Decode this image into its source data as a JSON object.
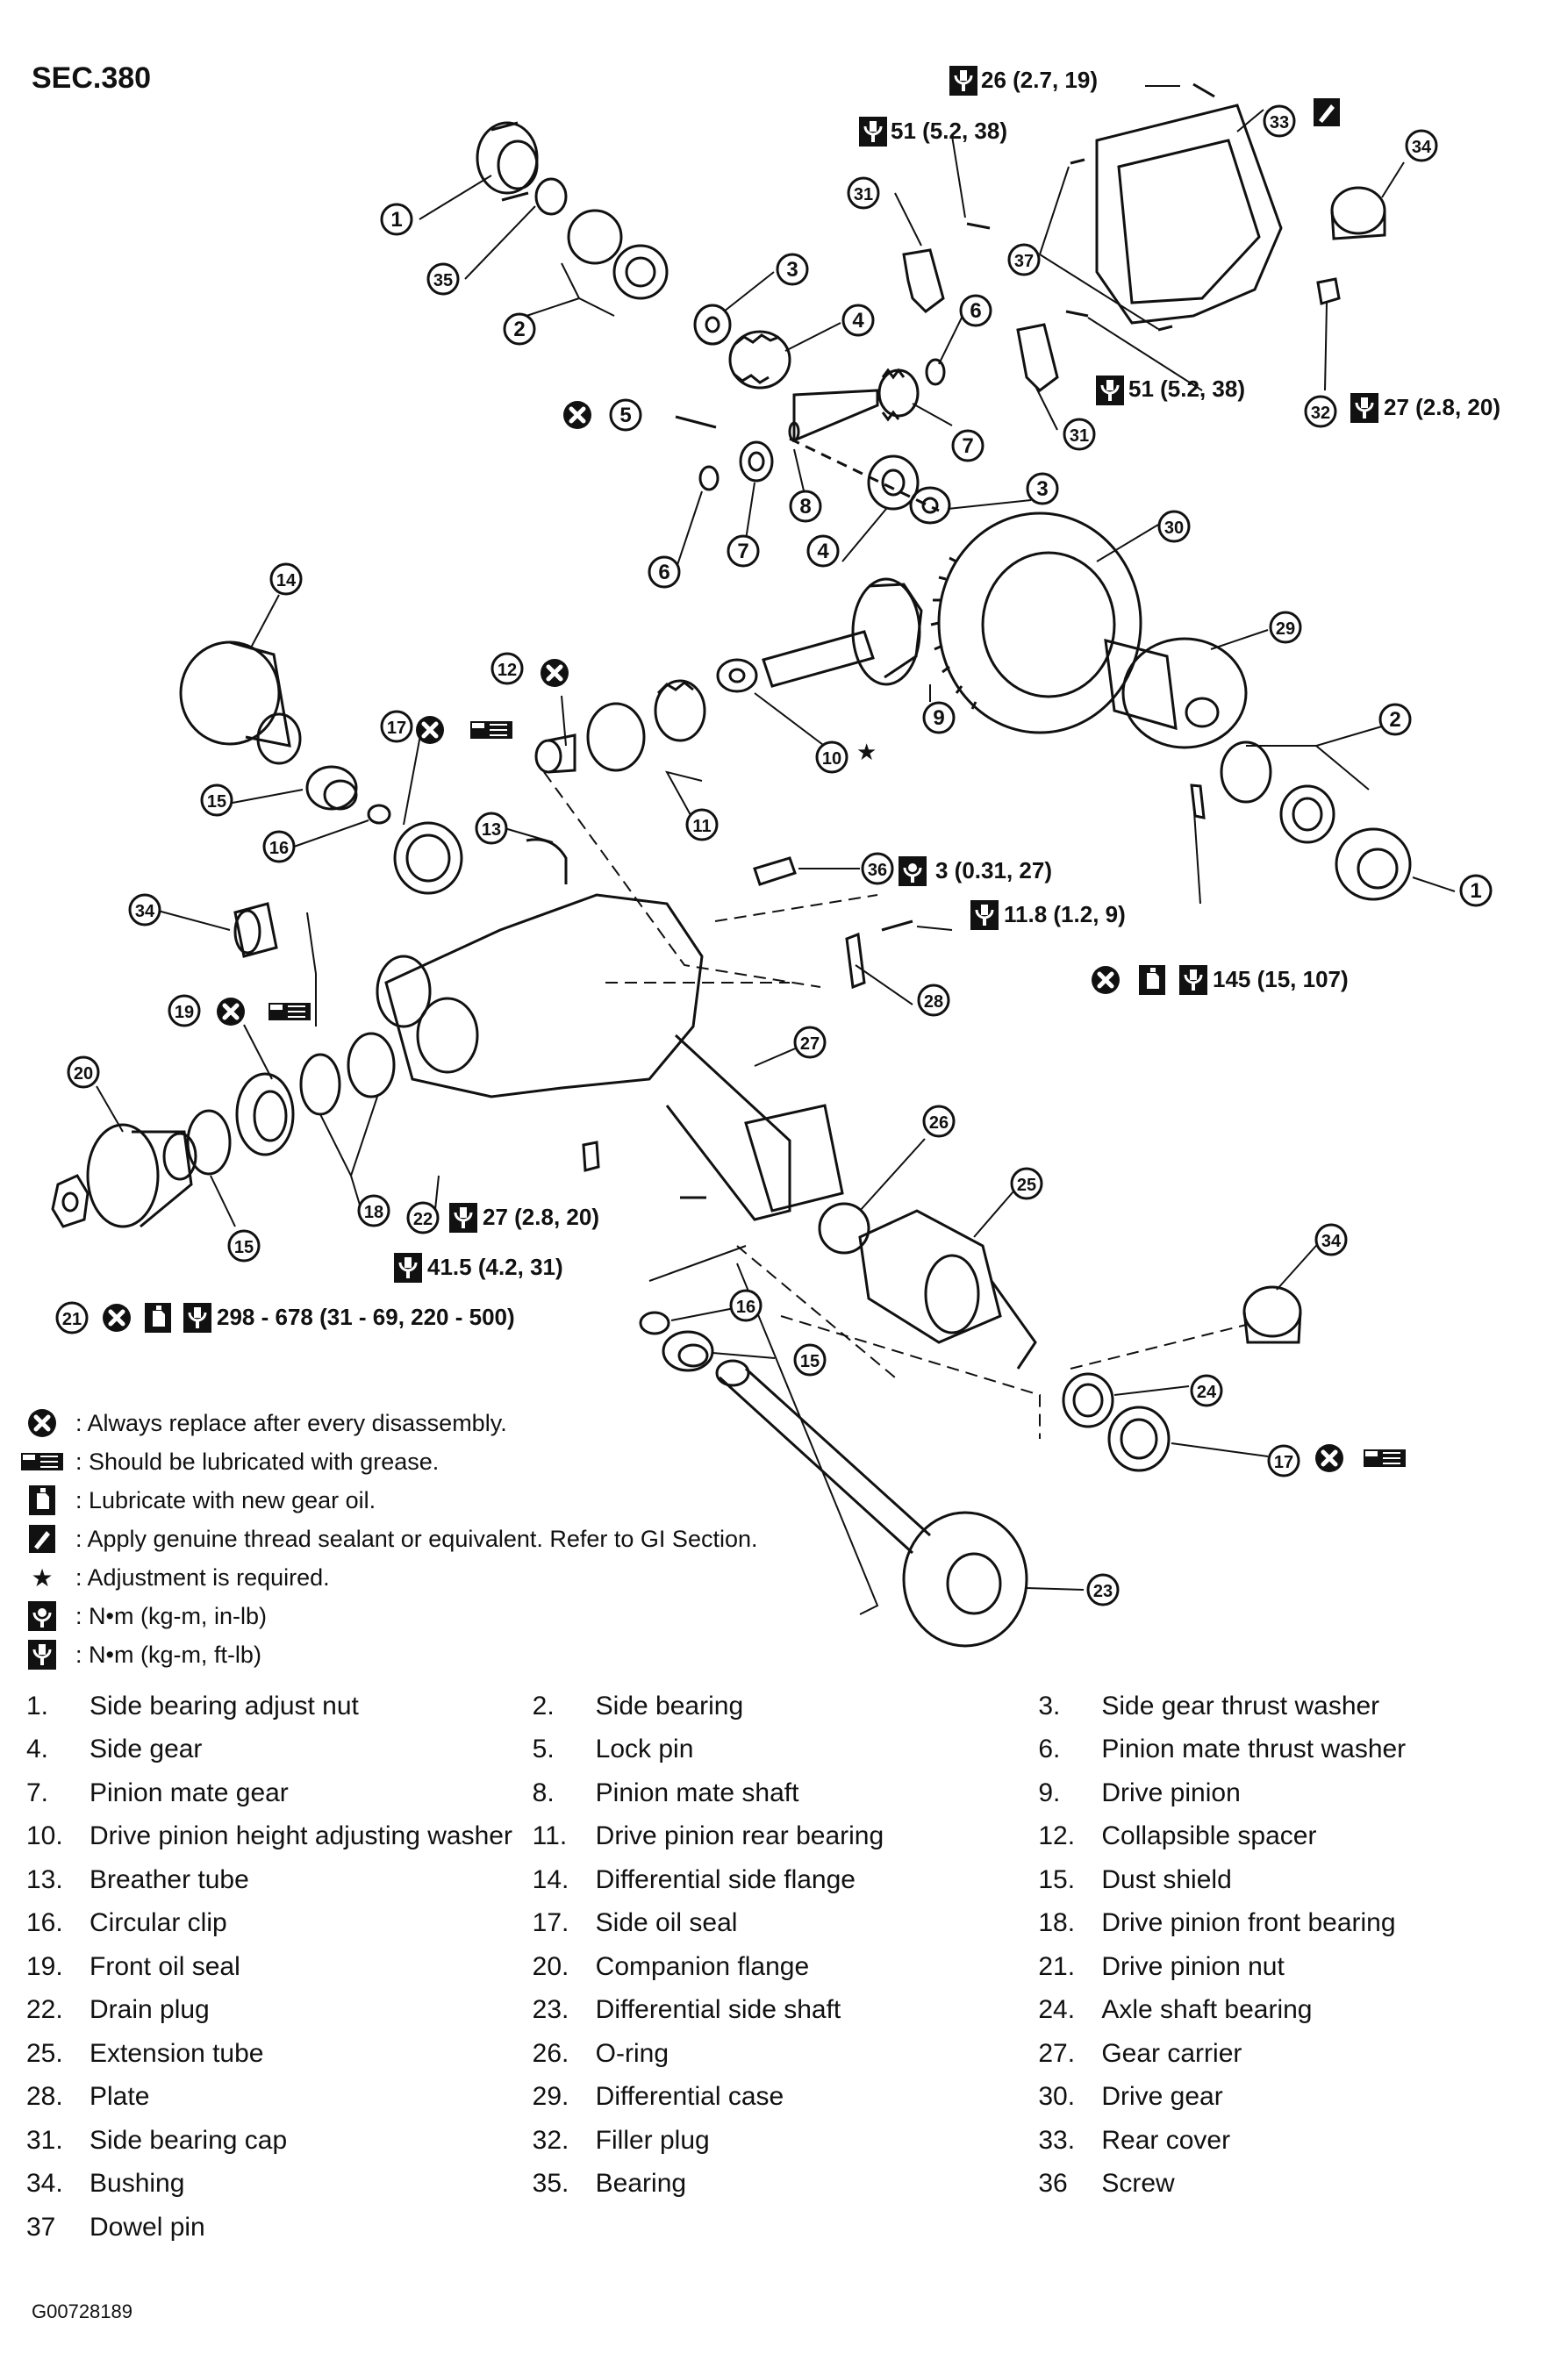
{
  "section_code": "SEC.380",
  "figure_code": "G00728189",
  "callouts": [
    {
      "num": "1"
    },
    {
      "num": "35"
    },
    {
      "num": "2"
    },
    {
      "num": "3"
    },
    {
      "num": "4"
    },
    {
      "num": "5"
    },
    {
      "num": "6"
    },
    {
      "num": "7"
    },
    {
      "num": "8"
    },
    {
      "num": "6"
    },
    {
      "num": "7"
    },
    {
      "num": "4"
    },
    {
      "num": "3"
    },
    {
      "num": "30"
    },
    {
      "num": "29"
    },
    {
      "num": "9"
    },
    {
      "num": "10"
    },
    {
      "num": "2"
    },
    {
      "num": "1"
    },
    {
      "num": "14"
    },
    {
      "num": "15"
    },
    {
      "num": "16"
    },
    {
      "num": "12"
    },
    {
      "num": "11"
    },
    {
      "num": "17"
    },
    {
      "num": "13"
    },
    {
      "num": "36"
    },
    {
      "num": "34"
    },
    {
      "num": "28"
    },
    {
      "num": "19"
    },
    {
      "num": "27"
    },
    {
      "num": "20"
    },
    {
      "num": "15"
    },
    {
      "num": "18"
    },
    {
      "num": "26"
    },
    {
      "num": "25"
    },
    {
      "num": "22"
    },
    {
      "num": "21"
    },
    {
      "num": "16"
    },
    {
      "num": "15"
    },
    {
      "num": "34"
    },
    {
      "num": "24"
    },
    {
      "num": "17"
    },
    {
      "num": "23"
    },
    {
      "num": "31"
    },
    {
      "num": "31"
    },
    {
      "num": "33"
    },
    {
      "num": "34"
    },
    {
      "num": "37"
    },
    {
      "num": "32"
    }
  ],
  "torque_labels": [
    {
      "text": "26 (2.7, 19)"
    },
    {
      "text": "51 (5.2, 38)"
    },
    {
      "text": "51 (5.2, 38)"
    },
    {
      "text": "27 (2.8, 20)"
    },
    {
      "text": "3 (0.31, 27)"
    },
    {
      "text": "11.8 (1.2, 9)"
    },
    {
      "text": "145 (15, 107)"
    },
    {
      "text": "27 (2.8, 20)"
    },
    {
      "text": "41.5 (4.2, 31)"
    },
    {
      "text": "298 - 678 (31 - 69, 220 - 500)"
    }
  ],
  "adjustment_star": "★",
  "legend": [
    {
      "icon": "replace-icon",
      "text": ": Always replace after every disassembly."
    },
    {
      "icon": "grease-icon",
      "text": ": Should be lubricated with grease."
    },
    {
      "icon": "gear-oil-icon",
      "text": ": Lubricate with new gear  oil."
    },
    {
      "icon": "sealant-icon",
      "text": ": Apply genuine thread sealant or equivalent. Refer to GI Section."
    },
    {
      "icon": "star-icon",
      "symbol": "★",
      "text": ": Adjustment is required."
    },
    {
      "icon": "torque-inlb-icon",
      "text": ": N•m (kg-m, in-lb)"
    },
    {
      "icon": "torque-ftlb-icon",
      "text": ": N•m (kg-m, ft-lb)"
    }
  ],
  "parts": [
    [
      {
        "num": "1.",
        "name": "Side bearing adjust nut"
      },
      {
        "num": "2.",
        "name": "Side bearing"
      },
      {
        "num": "3.",
        "name": "Side gear thrust washer"
      }
    ],
    [
      {
        "num": "4.",
        "name": "Side gear"
      },
      {
        "num": "5.",
        "name": "Lock pin"
      },
      {
        "num": "6.",
        "name": "Pinion mate thrust washer"
      }
    ],
    [
      {
        "num": "7.",
        "name": "Pinion mate gear"
      },
      {
        "num": "8.",
        "name": "Pinion mate shaft"
      },
      {
        "num": "9.",
        "name": "Drive pinion"
      }
    ],
    [
      {
        "num": "10.",
        "name": "Drive pinion height adjusting washer"
      },
      {
        "num": "11.",
        "name": "Drive pinion rear bearing"
      },
      {
        "num": "12.",
        "name": "Collapsible spacer"
      }
    ],
    [
      {
        "num": "13.",
        "name": "Breather tube"
      },
      {
        "num": "14.",
        "name": "Differential side flange"
      },
      {
        "num": "15.",
        "name": "Dust shield"
      }
    ],
    [
      {
        "num": "16.",
        "name": "Circular clip"
      },
      {
        "num": "17.",
        "name": "Side oil seal"
      },
      {
        "num": "18.",
        "name": "Drive pinion front bearing"
      }
    ],
    [
      {
        "num": "19.",
        "name": "Front oil seal"
      },
      {
        "num": "20.",
        "name": "Companion flange"
      },
      {
        "num": "21.",
        "name": "Drive pinion nut"
      }
    ],
    [
      {
        "num": "22.",
        "name": "Drain plug"
      },
      {
        "num": "23.",
        "name": "Differential side shaft"
      },
      {
        "num": "24.",
        "name": "Axle shaft bearing"
      }
    ],
    [
      {
        "num": "25.",
        "name": "Extension tube"
      },
      {
        "num": "26.",
        "name": "O-ring"
      },
      {
        "num": "27.",
        "name": "Gear carrier"
      }
    ],
    [
      {
        "num": "28.",
        "name": "Plate"
      },
      {
        "num": "29.",
        "name": "Differential case"
      },
      {
        "num": "30.",
        "name": "Drive gear"
      }
    ],
    [
      {
        "num": "31.",
        "name": "Side bearing cap"
      },
      {
        "num": "32.",
        "name": "Filler plug"
      },
      {
        "num": "33.",
        "name": "Rear cover"
      }
    ],
    [
      {
        "num": "34.",
        "name": "Bushing"
      },
      {
        "num": "35.",
        "name": "Bearing"
      },
      {
        "num": "36",
        "name": "Screw"
      }
    ],
    [
      {
        "num": "37",
        "name": "Dowel pin"
      }
    ]
  ]
}
